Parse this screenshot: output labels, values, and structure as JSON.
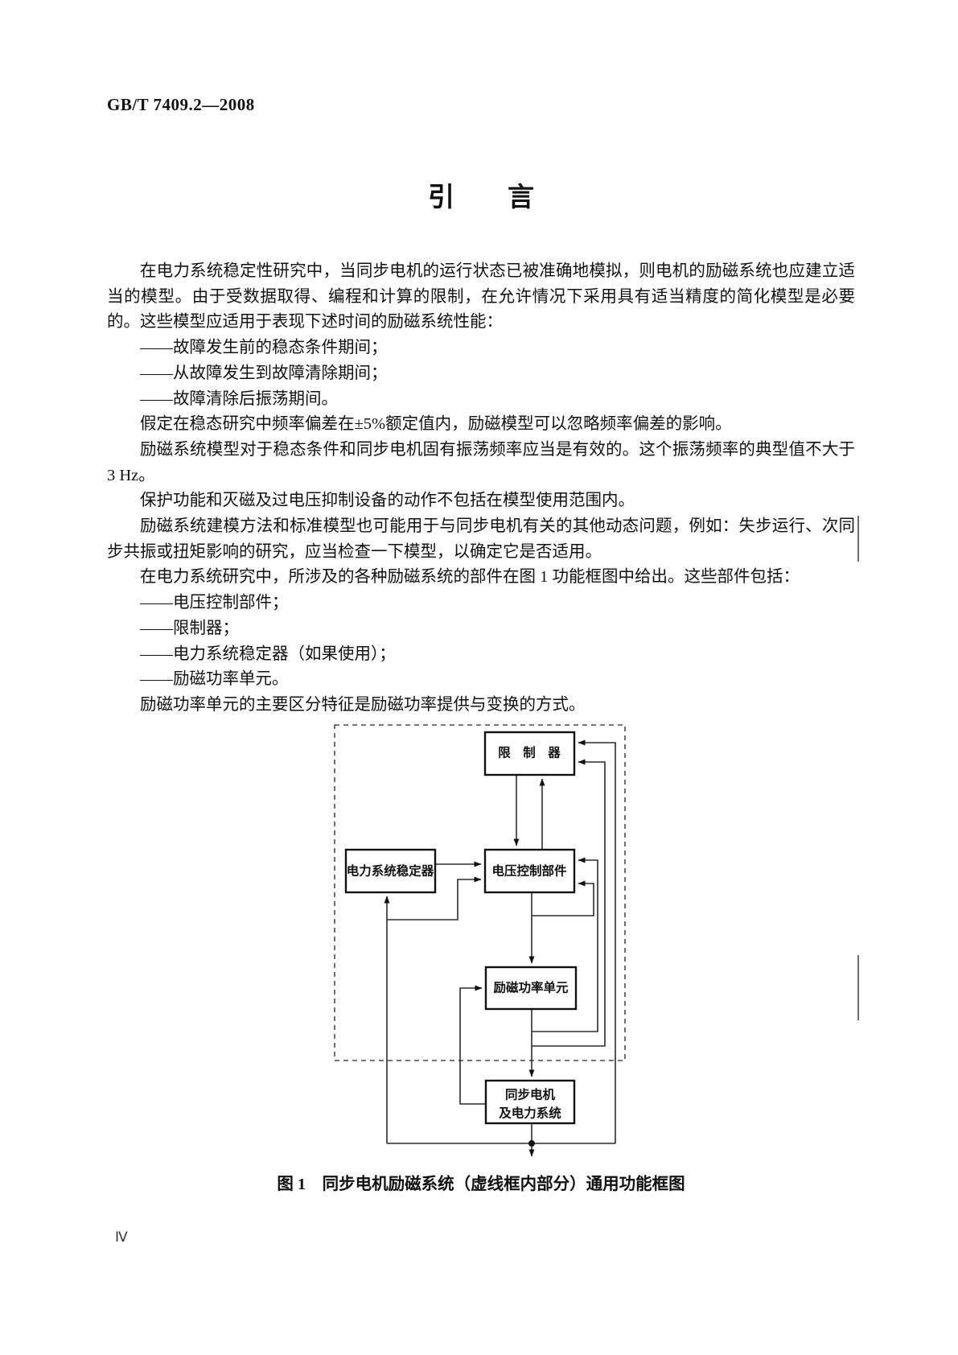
{
  "page": {
    "header": "GB/T 7409.2—2008",
    "title": "引　　言",
    "page_number": "Ⅳ"
  },
  "content": {
    "paragraphs": [
      "在电力系统稳定性研究中，当同步电机的运行状态已被准确地模拟，则电机的励磁系统也应建立适当的模型。由于受数据取得、编程和计算的限制，在允许情况下采用具有适当精度的简化模型是必要的。这些模型应适用于表现下述时间的励磁系统性能：",
      "——故障发生前的稳态条件期间；",
      "——从故障发生到故障清除期间；",
      "——故障清除后振荡期间。",
      "假定在稳态研究中频率偏差在±5%额定值内，励磁模型可以忽略频率偏差的影响。",
      "励磁系统模型对于稳态条件和同步电机固有振荡频率应当是有效的。这个振荡频率的典型值不大于 3 Hz。",
      "保护功能和灭磁及过电压抑制设备的动作不包括在模型使用范围内。",
      "励磁系统建模方法和标准模型也可能用于与同步电机有关的其他动态问题，例如：失步运行、次同步共振或扭矩影响的研究，应当检查一下模型，以确定它是否适用。",
      "在电力系统研究中，所涉及的各种励磁系统的部件在图 1 功能框图中给出。这些部件包括：",
      "——电压控制部件；",
      "——限制器；",
      "——电力系统稳定器（如果使用）；",
      "——励磁功率单元。",
      "励磁功率单元的主要区分特征是励磁功率提供与变换的方式。"
    ]
  },
  "figure": {
    "caption": "图 1　同步电机励磁系统（虚线框内部分）通用功能框图",
    "nodes": {
      "limiter": "限　制　器",
      "pss": "电力系统稳定器",
      "voltage_control": "电压控制部件",
      "excitation_power_unit": "励磁功率单元",
      "sync_machine_line1": "同步电机",
      "sync_machine_line2": "及电力系统"
    },
    "colors": {
      "ink": "#111111",
      "connector_line": "#2b2b2b"
    }
  }
}
